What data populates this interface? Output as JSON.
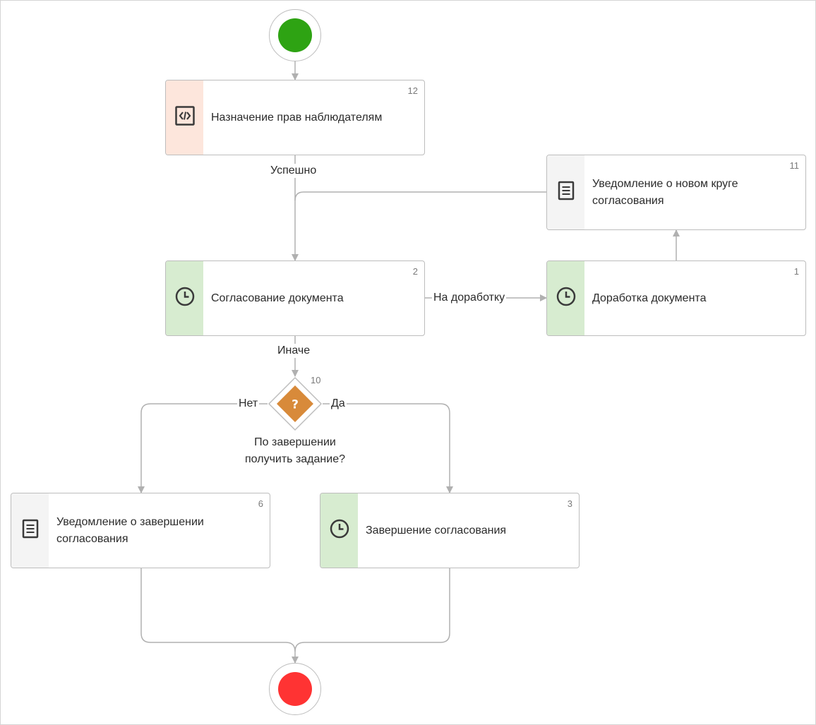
{
  "diagram": {
    "start_event": {
      "color": "#2ea313"
    },
    "end_event": {
      "color": "#ff3333"
    },
    "nodes": [
      {
        "id": "12",
        "number": "12",
        "title": "Назначение прав наблюдателям",
        "type": "script",
        "icon": "code-icon"
      },
      {
        "id": "11",
        "number": "11",
        "title": "Уведомление о новом круге согласования",
        "type": "notification",
        "icon": "document-icon"
      },
      {
        "id": "2",
        "number": "2",
        "title": "Согласование документа",
        "type": "task",
        "icon": "clock-icon"
      },
      {
        "id": "1",
        "number": "1",
        "title": "Доработка документа",
        "type": "task",
        "icon": "clock-icon"
      },
      {
        "id": "6",
        "number": "6",
        "title": "Уведомление о завершении согласования",
        "type": "notification",
        "icon": "document-icon"
      },
      {
        "id": "3",
        "number": "3",
        "title": "Завершение согласования",
        "type": "task",
        "icon": "clock-icon"
      }
    ],
    "gateway": {
      "number": "10",
      "question": "По завершении получить задание?",
      "symbol": "?",
      "icon": "question-diamond-icon",
      "color": "#d88a3a"
    },
    "edge_labels": {
      "success": "Успешно",
      "rework": "На доработку",
      "otherwise": "Иначе",
      "no": "Нет",
      "yes": "Да"
    },
    "colors": {
      "script_strip": "#fde6dc",
      "task_strip": "#d7ecd0",
      "notification_strip": "#f4f4f4",
      "connector": "#b0b0b0"
    }
  }
}
